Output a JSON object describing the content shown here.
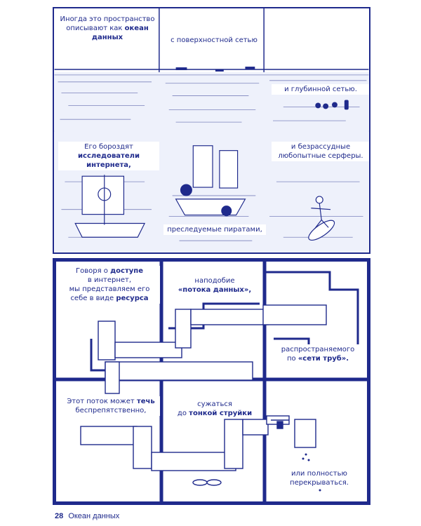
{
  "top": {
    "panel1": {
      "line1": "Иногда это пространство",
      "line2": "описывают как",
      "emph": "океан",
      "line3": "данных"
    },
    "panel2": {
      "text": "с поверхностной сетью"
    },
    "panel3": {
      "text": "и глубинной сетью."
    },
    "panel4": {
      "line1": "Его бороздят",
      "emph": "исследователи интернета,"
    },
    "panel5": {
      "text": "преследуемые пиратами,"
    },
    "panel6": {
      "line1": "и безрассудные",
      "line2": "любопытные серферы."
    }
  },
  "bottom": {
    "panel1": {
      "line1a": "Говоря о",
      "line1b": "доступе",
      "line2": "в интернет,",
      "line3": "мы представляем его",
      "line4a": "себе в виде",
      "line4b": "ресурса"
    },
    "panel2": {
      "line1": "наподобие",
      "emph": "«потока данных»,"
    },
    "panel3": {
      "line1": "распространяемого",
      "line2a": "по",
      "line2b": "«сети труб»."
    },
    "panel4": {
      "line1a": "Этот поток может",
      "line1b": "течь",
      "line2": "беспрепятственно,"
    },
    "panel5": {
      "line1": "сужаться",
      "line2a": "до",
      "line2b": "тонкой струйки"
    },
    "panel6": {
      "line1": "или полностью",
      "line2": "перекрываться."
    }
  },
  "footer": {
    "page_number": "28",
    "chapter": "Океан данных"
  },
  "colors": {
    "ink": "#1f2a8c",
    "paper": "#ffffff"
  }
}
